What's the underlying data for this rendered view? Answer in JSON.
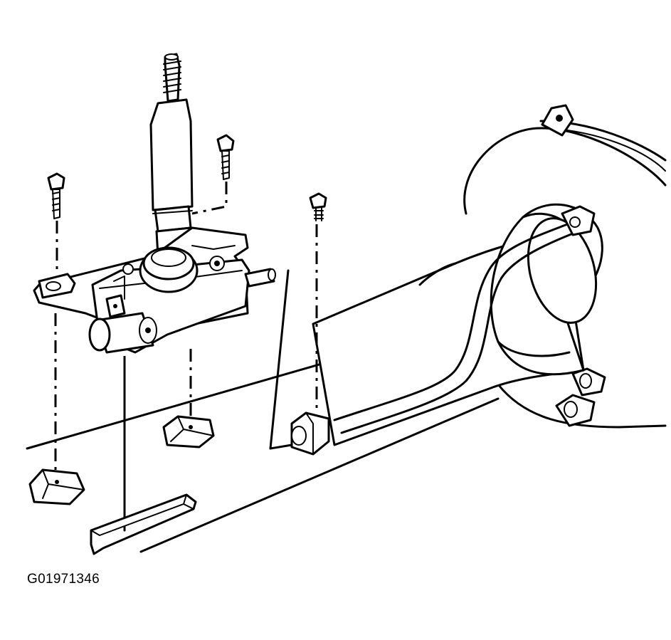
{
  "figure": {
    "id_label": "G01971346"
  },
  "parts": {
    "steering_column": "steering-column",
    "shift_shaft": "shift-shaft",
    "shift_housing": "shift-control-housing",
    "bolts": [
      "bolt-left",
      "bolt-center",
      "bolt-right"
    ],
    "nuts": [
      "nut-left",
      "nut-center",
      "nut-right"
    ],
    "brackets": [
      "lower-trim-bracket"
    ]
  },
  "colors": {
    "line": "#000000",
    "background": "#ffffff"
  }
}
